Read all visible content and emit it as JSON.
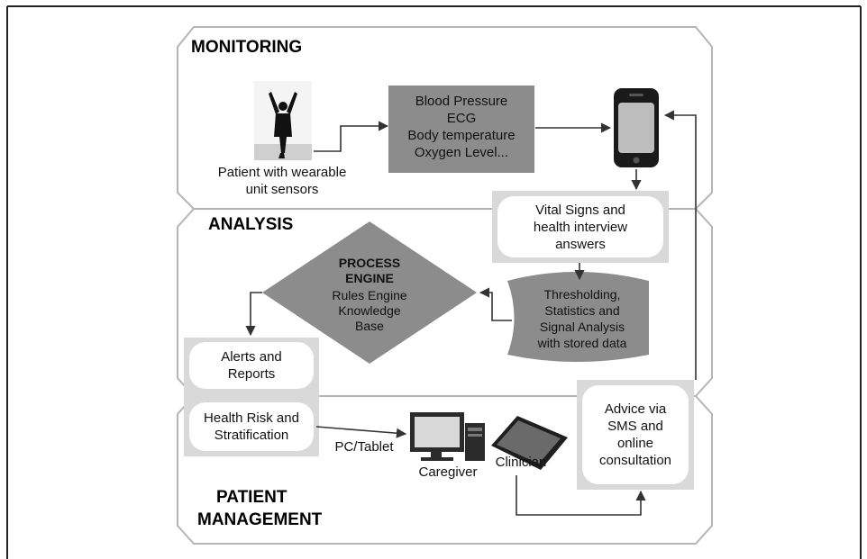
{
  "sections": {
    "monitoring": "MONITORING",
    "analysis": "ANALYSIS",
    "management_line1": "PATIENT",
    "management_line2": "MANAGEMENT"
  },
  "nodes": {
    "patient": "Patient with wearable\nunit sensors",
    "signals": "Blood Pressure\nECG\nBody temperature\nOxygen Level...",
    "vitals": "Vital Signs and\nhealth interview\nanswers",
    "process_title": "PROCESS\nENGINE",
    "process_body": "Rules Engine\nKnowledge\nBase",
    "thresholding": "Thresholding,\nStatistics and\nSignal Analysis\nwith stored data",
    "alerts": "Alerts and\nReports",
    "risk": "Health Risk and\nStratification",
    "pc_tablet": "PC/Tablet",
    "caregiver": "Caregiver",
    "clinician": "Clinician",
    "advice": "Advice via\nSMS and\nonline\nconsultation"
  }
}
